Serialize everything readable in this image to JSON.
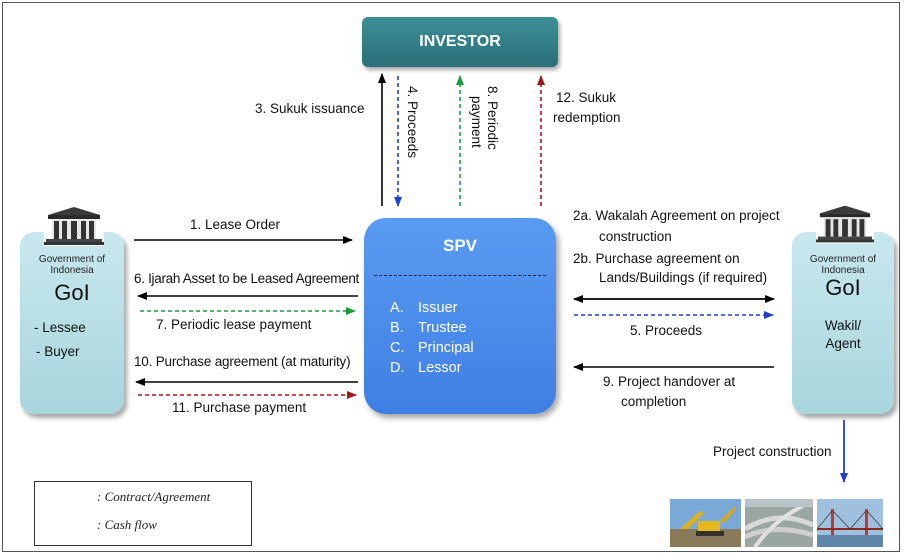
{
  "investor": {
    "label": "INVESTOR"
  },
  "spv": {
    "title": "SPV",
    "roles": [
      {
        "letter": "A.",
        "label": "Issuer"
      },
      {
        "letter": "B.",
        "label": "Trustee"
      },
      {
        "letter": "C.",
        "label": "Principal"
      },
      {
        "letter": "D.",
        "label": "Lessor"
      }
    ]
  },
  "gov_left": {
    "caption_line1": "Government of",
    "caption_line2": "Indonesia",
    "name": "GoI",
    "roles": [
      "- Lessee",
      "- Buyer"
    ]
  },
  "gov_right": {
    "caption_line1": "Government of",
    "caption_line2": "Indonesia",
    "name": "GoI",
    "role_line1": "Wakil/",
    "role_line2": "Agent"
  },
  "flows": {
    "f3": "3. Sukuk issuance",
    "f4": "4. Proceeds",
    "f8_line1": "8. Periodic",
    "f8_line2": "payment",
    "f12_line1": "12. Sukuk",
    "f12_line2": "redemption",
    "f1": "1. Lease Order",
    "f6": "6. Ijarah Asset to be Leased Agreement",
    "f7": "7.  Periodic lease payment",
    "f10": "10. Purchase agreement (at maturity)",
    "f11": "11. Purchase payment",
    "f2a_line1": "2a. Wakalah Agreement on project",
    "f2a_line2": "construction",
    "f2b_line1": "2b. Purchase agreement on",
    "f2b_line2": "Lands/Buildings  (if required)",
    "f5": "5. Proceeds",
    "f9_line1": "9. Project handover at",
    "f9_line2": "completion",
    "project": "Project construction"
  },
  "legend": {
    "contract_label": ": Contract/Agreement",
    "cashflow_label": ": Cash flow"
  },
  "colors": {
    "contract": "#000000",
    "cash_blue": "#1f3fd0",
    "cash_green": "#1a9e3a",
    "cash_red": "#a01818",
    "investor": "#2f7c85",
    "spv": "#4a8cec",
    "gov_box": "#b9dfe6"
  },
  "icons": [
    "government-building-icon",
    "construction-photo",
    "highway-interchange-photo",
    "bridge-photo"
  ]
}
